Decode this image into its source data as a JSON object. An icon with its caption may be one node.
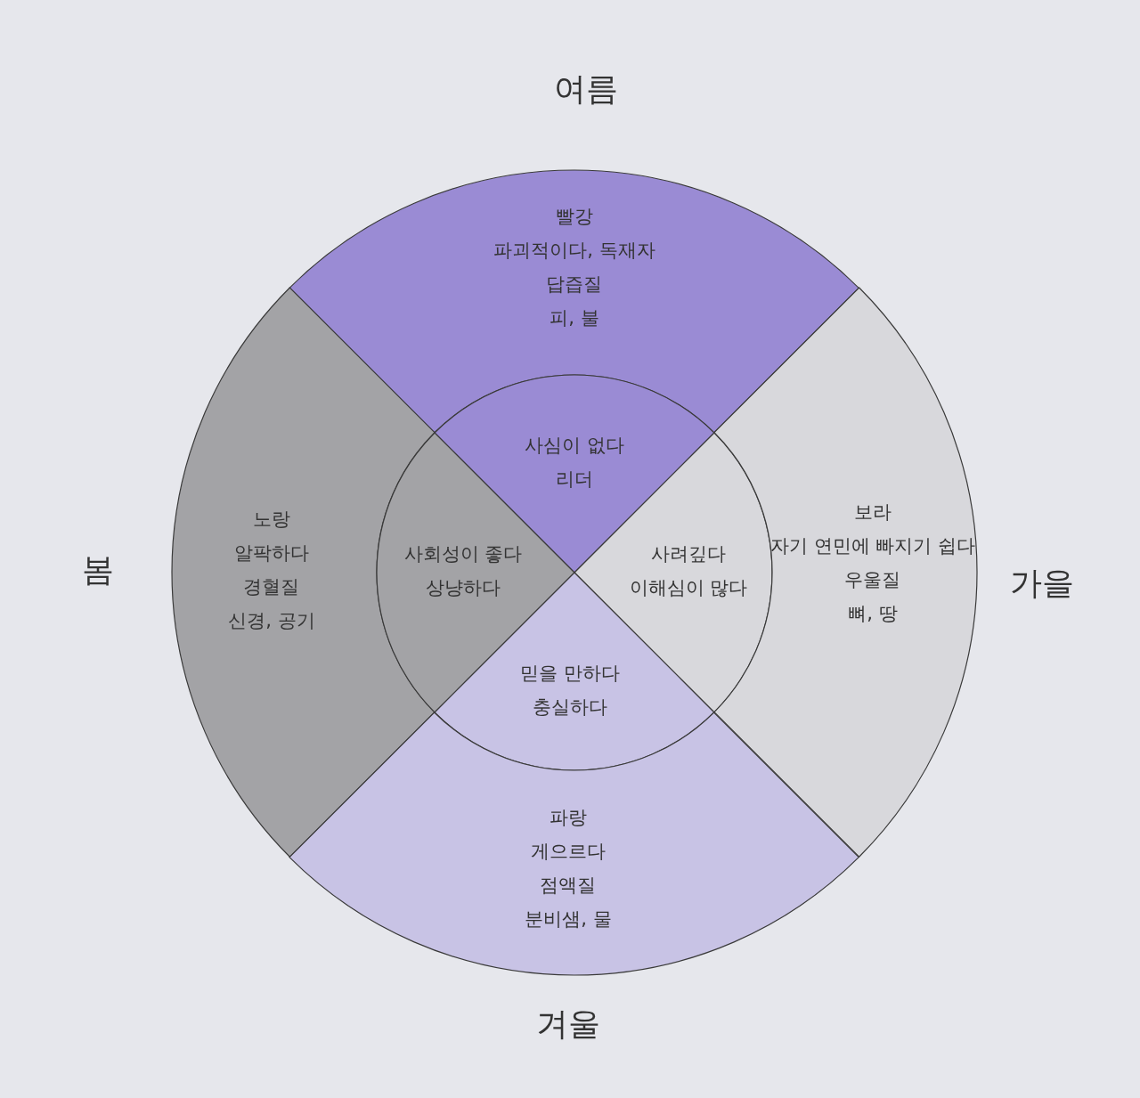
{
  "diagram": {
    "nodes": [
      {
        "text": [
          "빨강",
          "파괴적이다, 독재자",
          "답즙질",
          "피, 불"
        ],
        "beside": [
          "여름"
        ]
      },
      {
        "text": [
          "사심이 없다",
          "리더"
        ]
      },
      {
        "text": [
          "노랑",
          "알팍하다",
          "경혈질",
          "신경, 공기"
        ],
        "beside": [
          "봄"
        ]
      },
      {
        "text": [
          "사회성이 좋다",
          "상냥하다"
        ]
      },
      {
        "text": [
          "사려깊다",
          "이해심이 많다"
        ]
      },
      {
        "text": [
          "보라",
          "자기 연민에 빠지기 쉽다",
          "우울질",
          "뼈, 땅"
        ],
        "beside": [
          "가을"
        ]
      },
      {
        "text": [
          "믿을 만하다",
          "충실하다"
        ]
      },
      {
        "text": [
          "파랑",
          "게으르다",
          "점액질",
          "분비샘, 물"
        ],
        "beside": [
          "겨울"
        ]
      }
    ]
  }
}
